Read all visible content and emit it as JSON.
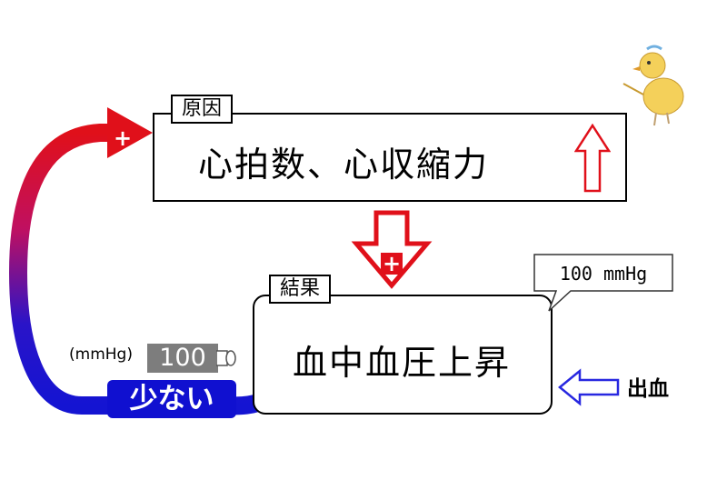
{
  "cause": {
    "tag": "原因",
    "text": "心拍数、心収縮力"
  },
  "result": {
    "tag": "結果",
    "text": "血中血圧上昇"
  },
  "pressure_bubble": {
    "text": "100 mmHg"
  },
  "gauge": {
    "unit": "(mmHg)",
    "value": "100"
  },
  "feedback": {
    "label": "少ない",
    "sign": "+"
  },
  "arrow_sign": "+",
  "bleeding": {
    "text": "出血"
  },
  "colors": {
    "red": "#e0101a",
    "blue": "#1414d2",
    "arrow_outline_blue": "#2828e0"
  },
  "icons": {
    "increase": "up-arrow-outline",
    "down": "down-arrow-plus",
    "in": "left-arrow-outline",
    "mascot": "chick-drawing"
  }
}
